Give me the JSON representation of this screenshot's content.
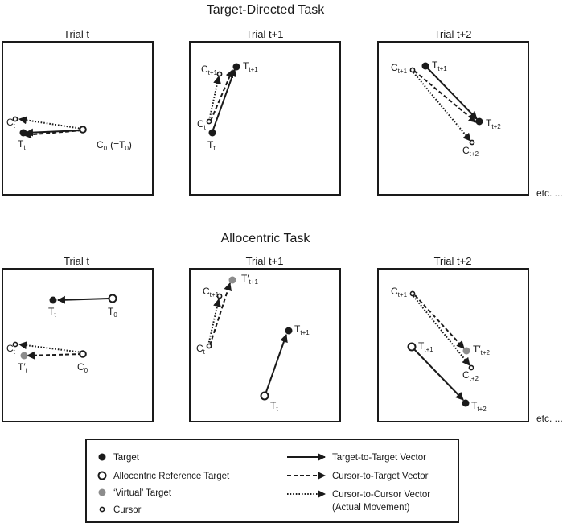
{
  "titles": {
    "target_directed": "Target-Directed Task",
    "allocentric": "Allocentric Task"
  },
  "trials": {
    "t": "Trial t",
    "t1": "Trial t+1",
    "t2": "Trial t+2"
  },
  "etc": "etc. ...",
  "point_labels": {
    "C": "C",
    "T": "T",
    "T_prime": "T′",
    "sub_t": "t",
    "sub_t1": "t+1",
    "sub_t2": "t+2",
    "sub_0": "0",
    "c0_note_open": "(=T",
    "c0_note_close": ")"
  },
  "legend": {
    "target": "Target",
    "allocentric_reference": "Allocentric Reference Target",
    "virtual_target": "‘Virtual’ Target",
    "cursor": "Cursor",
    "target_to_target": "Target-to-Target Vector",
    "cursor_to_target": "Cursor-to-Target Vector",
    "cursor_to_cursor": "Cursor-to-Cursor Vector",
    "actual_movement": "(Actual Movement)"
  },
  "colors": {
    "ink": "#1a1a1a",
    "virtual_target": "#8c8c8c",
    "background": "#ffffff"
  }
}
